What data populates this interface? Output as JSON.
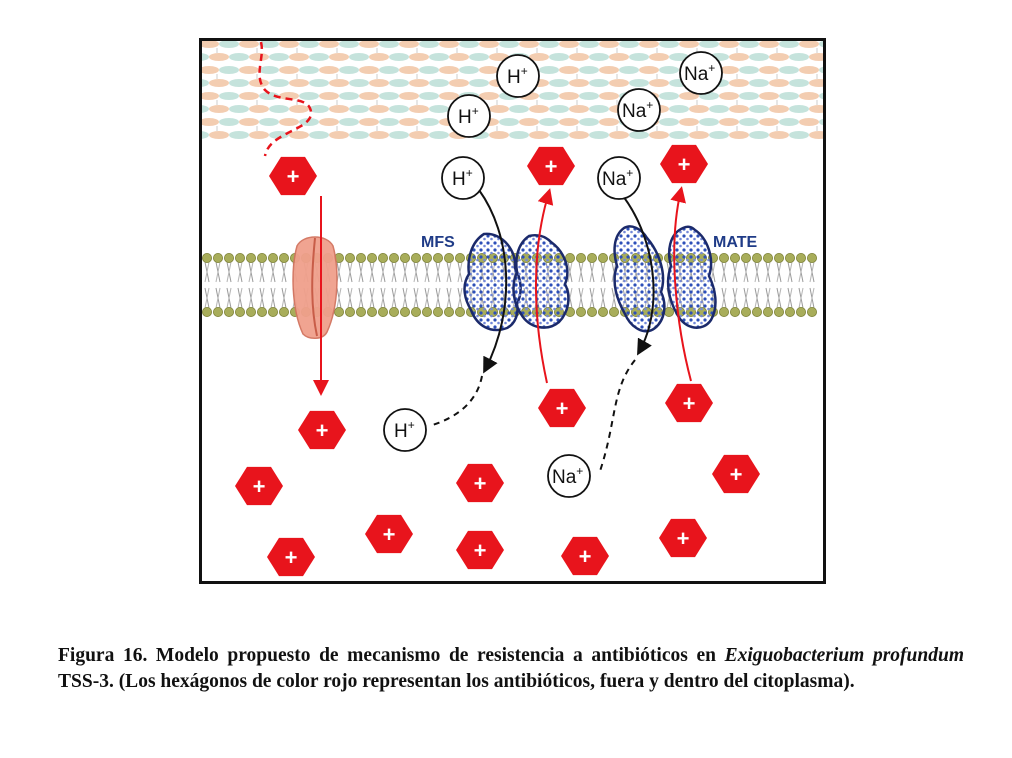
{
  "diagram": {
    "labels": {
      "mfs": "MFS",
      "mate": "MATE"
    },
    "ions": {
      "proton": "H",
      "sodium": "Na",
      "charge": "+"
    },
    "drug_symbol": "+"
  },
  "caption": {
    "prefix": "Figura 16. Modelo propuesto de mecanismo de resistencia a antibióticos en ",
    "species": "Exiguobacterium profundum",
    "suffix": " TSS-3. (Los hexágonos de color rojo representan los antibióticos, fuera y dentro del citoplasma).",
    "colors": {
      "drug": "#e8141c",
      "protein": "#1f3b87",
      "membrane_head": "#a8ad5a"
    }
  }
}
